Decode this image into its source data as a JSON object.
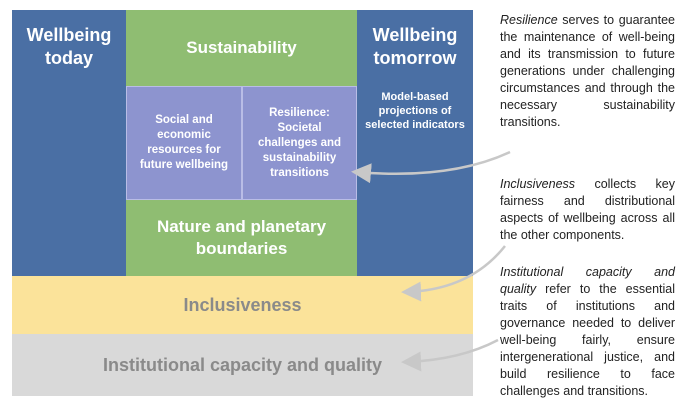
{
  "diagram": {
    "wellbeing_today": "Wellbeing today",
    "wellbeing_tomorrow": "Wellbeing tomorrow",
    "tomorrow_sub": "Model-based projections of selected indicators",
    "sustainability": "Sustainability",
    "social": "Social and economic resources for future wellbeing",
    "resilience": "Resilience: Societal challenges and sustainability transitions",
    "nature": "Nature and planetary boundaries",
    "inclusiveness": "Inclusiveness",
    "institutional": "Institutional capacity and quality"
  },
  "notes": {
    "p1_key": "Resilience",
    "p1_text": " serves to guarantee the maintenance of well-being and its transmission to future generations under challenging circumstances and through the necessary sustainability transitions.",
    "p2_key": "Inclusiveness",
    "p2_text": " collects key fairness and distributional aspects of wellbeing across all the other components.",
    "p3_key": "Institutional capacity and quality",
    "p3_text": " refer to the essential traits of institutions and governance needed to deliver well-being fairly, ensure intergenerational justice, and build resilience to face challenges and transitions."
  },
  "colors": {
    "blue": "#4a6fa4",
    "green": "#8fbd72",
    "purple": "#8d94cf",
    "yellow": "#fbe39a",
    "grey": "#d9d9d9"
  }
}
